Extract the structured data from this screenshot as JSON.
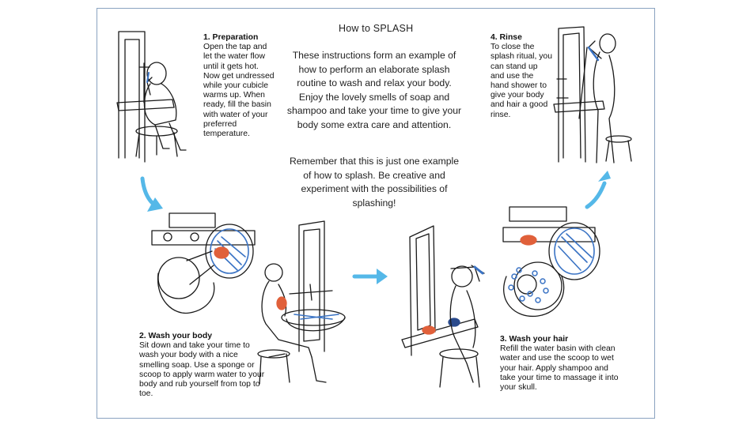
{
  "title": "How to SPLASH",
  "intro": "These instructions form an example of how to perform an elaborate splash routine to wash and relax your body. Enjoy the lovely smells of soap and shampoo and take your time to give your body some extra care and attention.",
  "reminder": "Remember that this is just one example of how to splash. Be creative and experiment with the possibilities of splashing!",
  "steps": [
    {
      "heading": "1. Preparation",
      "body": "Open the tap and let the water flow until it gets hot. Now get undressed while your cubicle warms up. When ready, fill the basin with water of your preferred temperature."
    },
    {
      "heading": "2. Wash your body",
      "body": "Sit down and take your time to wash your body with a nice smelling soap. Use a sponge or scoop to apply warm water to your body and rub yourself from top to toe."
    },
    {
      "heading": "3. Wash your hair",
      "body": "Refill the water basin with clean water and use the scoop to wet your hair. Apply shampoo and take your time to massage it into your skull."
    },
    {
      "heading": "4. Rinse",
      "body": "To close the splash ritual, you can stand up and use the hand shower to give your body and hair a good rinse."
    }
  ],
  "colors": {
    "arrow": "#55b8e8",
    "frame": "#8aa3c0",
    "water": "#3a73c4",
    "soap": "#e0603a",
    "ink": "#1a1a1a"
  }
}
